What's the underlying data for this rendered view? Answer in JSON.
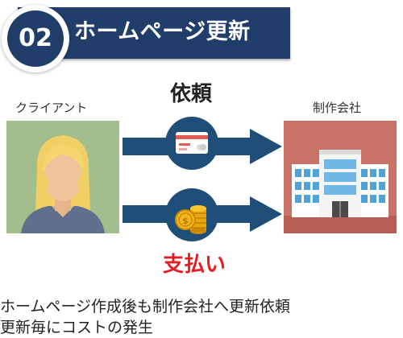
{
  "header": {
    "number": "02",
    "title": "ホームページ更新"
  },
  "client_label": "クライアント",
  "company_label": "制作会社",
  "request_label": "依頼",
  "payment_label": "支払い",
  "caption": {
    "line1": "ホームページ作成後も制作会社へ更新依頼",
    "line2": "更新毎にコストの発生"
  },
  "icons": {
    "client": "person-blonde-avatar-icon",
    "company": "office-building-icon",
    "request": "credit-card-icon",
    "payment": "coin-stack-icon",
    "arrows": "right-arrow-icon"
  },
  "colors": {
    "header_bg": "#213e6b",
    "arrow": "#1f4e79",
    "request_label": "#222222",
    "payment_label": "#e51c23",
    "client_bg": "#a3be8c",
    "company_bg": "#c97368"
  }
}
